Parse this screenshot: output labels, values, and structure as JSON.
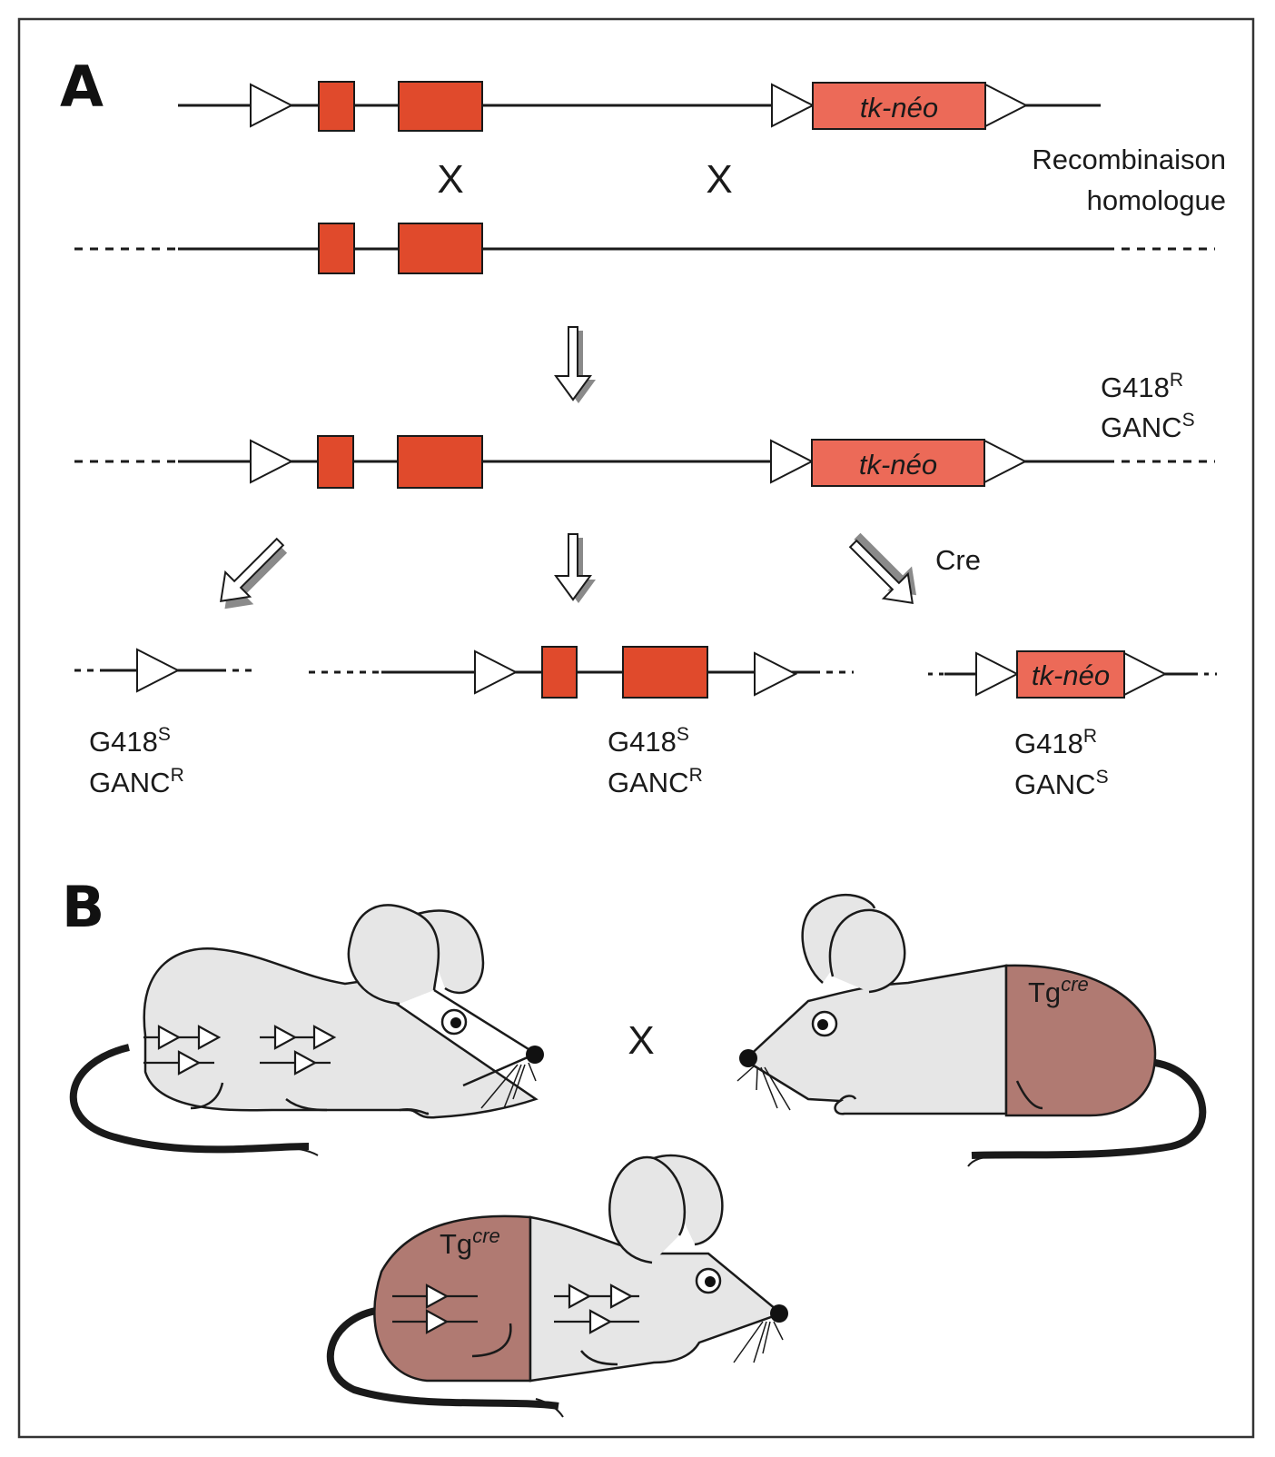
{
  "figure": {
    "panels": [
      {
        "id": "A",
        "label": "A"
      },
      {
        "id": "B",
        "label": "B"
      }
    ],
    "colors": {
      "exon": "#e04a2c",
      "cassette": "#ec6a58",
      "mouse_body": "#e6e6e6",
      "transgenic_region": "#b07a72",
      "outline": "#1a1a1a",
      "arrow_shadow": "#8a8a8a"
    },
    "panel_a": {
      "cassette_label": "tk-néo",
      "crossover_mark": "X",
      "recombination_label_line1": "Recombinaison",
      "recombination_label_line2": "homologue",
      "recombined_allele_phenotype": {
        "g418": "G418",
        "g418_sup": "R",
        "ganc": "GANC",
        "ganc_sup": "S"
      },
      "cre_label": "Cre",
      "products": [
        {
          "name": "deleted-allele",
          "g418": "G418",
          "g418_sup": "S",
          "ganc": "GANC",
          "ganc_sup": "R"
        },
        {
          "name": "floxed-allele",
          "g418": "G418",
          "g418_sup": "S",
          "ganc": "GANC",
          "ganc_sup": "R"
        },
        {
          "name": "cassette-retained-allele",
          "g418": "G418",
          "g418_sup": "R",
          "ganc": "GANC",
          "ganc_sup": "S"
        }
      ]
    },
    "panel_b": {
      "cross_mark": "X",
      "transgene_label": "Tg",
      "transgene_sup": "cre"
    }
  }
}
